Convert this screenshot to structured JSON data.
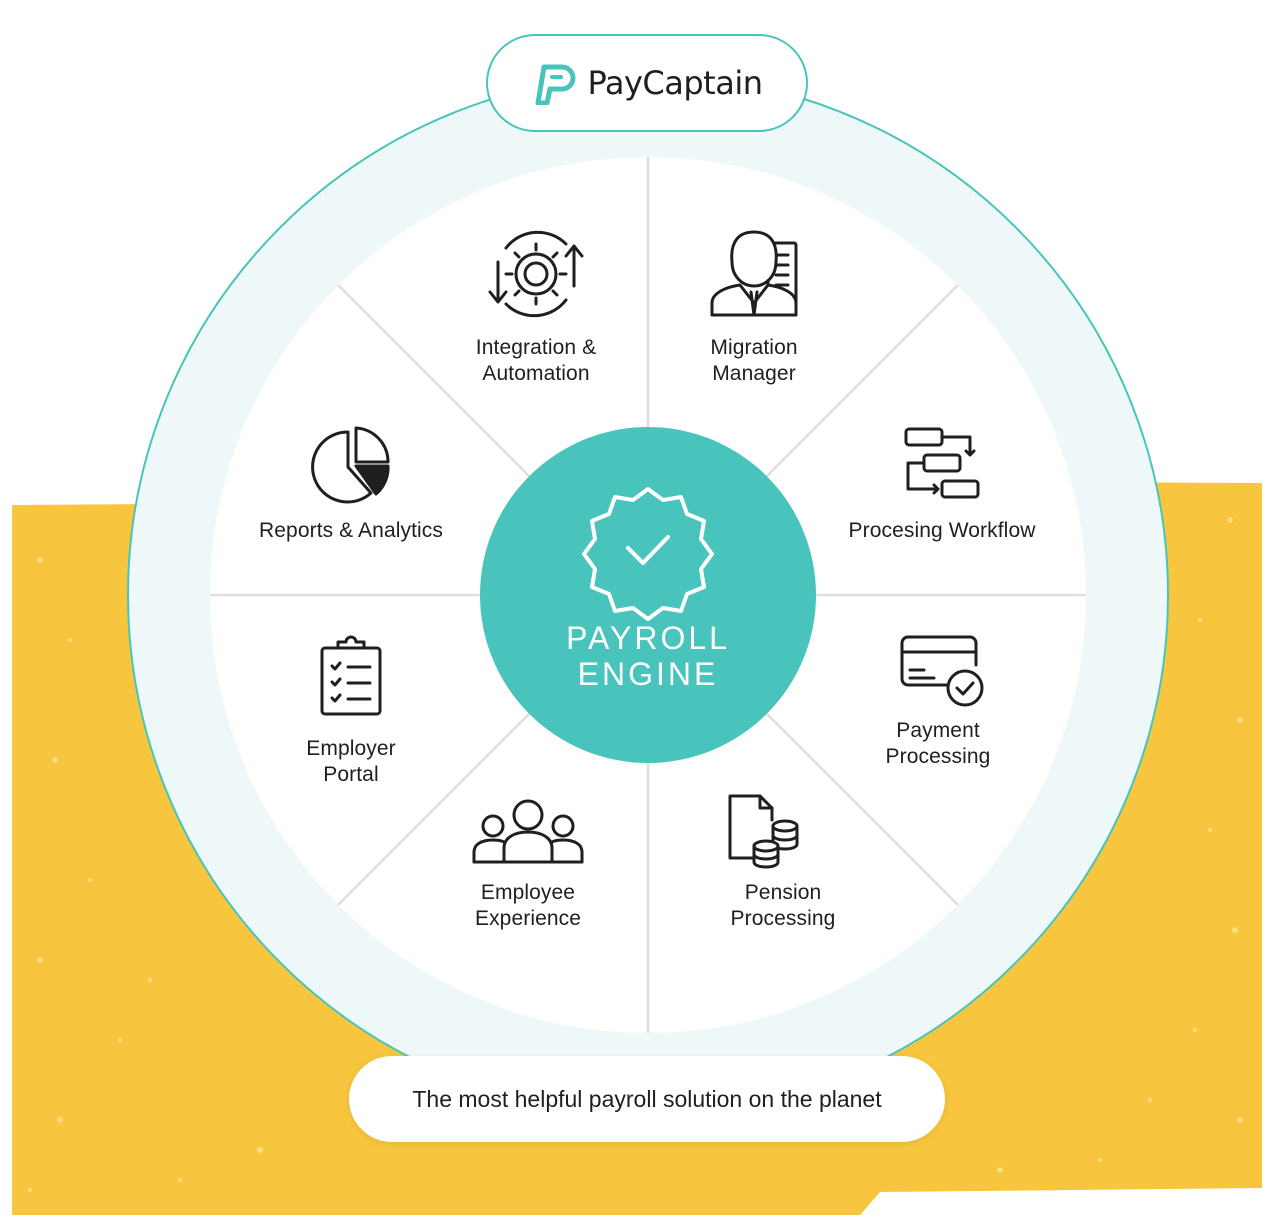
{
  "brand": {
    "name": "PayCaptain"
  },
  "center": {
    "line1": "PAYROLL",
    "line2": "ENGINE",
    "icon": "verified-badge-icon"
  },
  "segments": [
    {
      "line1": "Integration &",
      "line2": "Automation",
      "icon": "sync-gear-icon"
    },
    {
      "line1": "Migration",
      "line2": "Manager",
      "icon": "business-person-icon"
    },
    {
      "line1": "Procesing Workflow",
      "line2": "",
      "icon": "workflow-icon"
    },
    {
      "line1": "Payment",
      "line2": "Processing",
      "icon": "payment-card-icon"
    },
    {
      "line1": "Pension",
      "line2": "Processing",
      "icon": "document-coins-icon"
    },
    {
      "line1": "Employee",
      "line2": "Experience",
      "icon": "people-group-icon"
    },
    {
      "line1": "Employer",
      "line2": "Portal",
      "icon": "clipboard-checklist-icon"
    },
    {
      "line1": "Reports & Analytics",
      "line2": "",
      "icon": "pie-chart-icon"
    }
  ],
  "tagline": "The most helpful payroll solution on the planet",
  "colors": {
    "teal": "#49c4bc",
    "ring": "#eef8f8",
    "yellow": "#f7c63e",
    "text": "#1f1f1f",
    "divider": "#dedede"
  }
}
